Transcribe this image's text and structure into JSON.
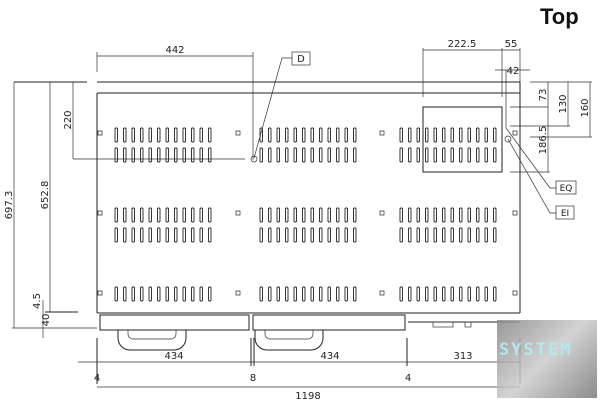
{
  "title": "Top",
  "dimensions": {
    "width_442": "442",
    "d_222_5": "222.5",
    "d_55": "55",
    "d_42": "42",
    "d_73": "73",
    "d_130": "130",
    "d_160": "160",
    "d_186_5": "186.5",
    "d_220": "220",
    "d_697_3": "697.3",
    "d_652_8": "652.8",
    "d_4_5": "4.5",
    "d_40": "40",
    "drawer1": "434",
    "drawer2": "434",
    "drawer3": "313",
    "gap1": "4",
    "gap2": "8",
    "gap3": "4",
    "total": "1198"
  },
  "labels": {
    "d": "D",
    "eq": "EQ",
    "ei": "EI"
  },
  "watermark": "SYSTEM"
}
